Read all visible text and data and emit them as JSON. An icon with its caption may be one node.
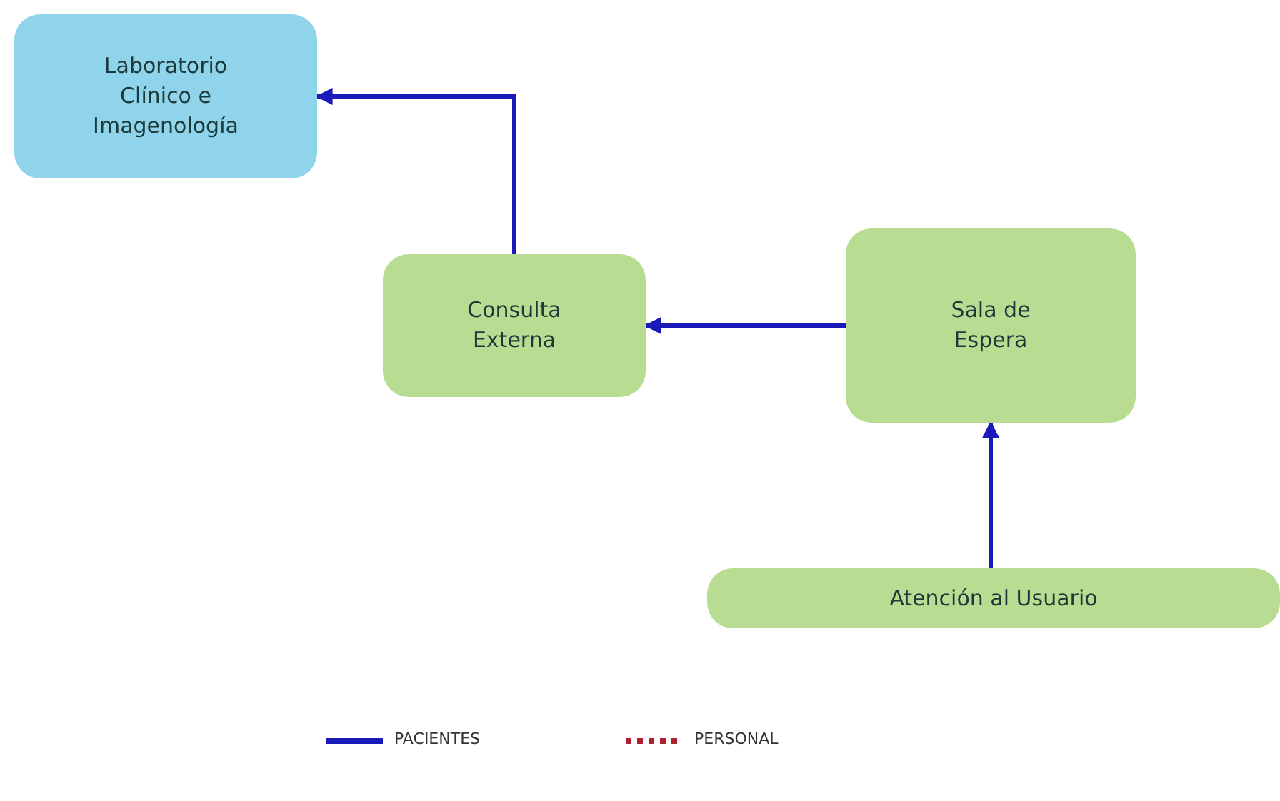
{
  "diagram": {
    "nodes": [
      {
        "text": [
          "Laboratorio Clínico e Imagenología"
        ]
      },
      {
        "text": [
          "Consulta Externa"
        ]
      },
      {
        "text": [
          "Sala de Espera"
        ]
      },
      {
        "text": [
          "Atención al Usuario"
        ]
      }
    ],
    "edges": [
      {
        "from": 3,
        "to": 2,
        "arrow": "to"
      },
      {
        "from": 2,
        "to": 1,
        "arrow": "to"
      },
      {
        "from": 1,
        "to": 0,
        "arrow": "to"
      }
    ],
    "legend": [
      {
        "text": "PACIENTES"
      },
      {
        "text": "PERSONAL"
      }
    ]
  }
}
